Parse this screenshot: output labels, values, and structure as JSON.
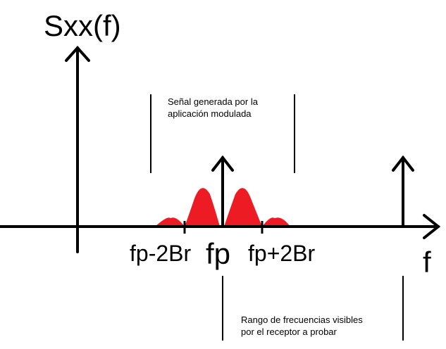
{
  "y_axis_label": "Sxx(f)",
  "x_axis_label": "f",
  "center_label": "fp",
  "lower_label": "fp-2Br",
  "upper_label": "fp+2Br",
  "top_annotation": {
    "line1": "Señal generada por la",
    "line2": "aplicación modulada"
  },
  "bottom_annotation": {
    "line1": "Rango de frecuencias visibles",
    "line2": "por el receptor a probar"
  },
  "colors": {
    "spectrum_fill": "#ed1c24",
    "axis": "#000000"
  },
  "icons": [
    "arrow-up-icon",
    "arrow-right-icon"
  ]
}
